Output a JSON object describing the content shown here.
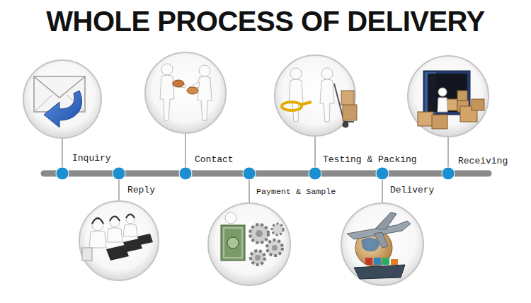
{
  "diagram": {
    "title": "WHOLE PROCESS OF DELIVERY",
    "nodes": [
      {
        "text": [
          "Inquiry"
        ]
      },
      {
        "text": [
          "Reply"
        ]
      },
      {
        "text": [
          "Contact"
        ]
      },
      {
        "text": [
          "Payment & Sample"
        ]
      },
      {
        "text": [
          "Testing & Packing"
        ]
      },
      {
        "text": [
          "Delivery"
        ]
      },
      {
        "text": [
          "Receiving"
        ]
      }
    ]
  }
}
